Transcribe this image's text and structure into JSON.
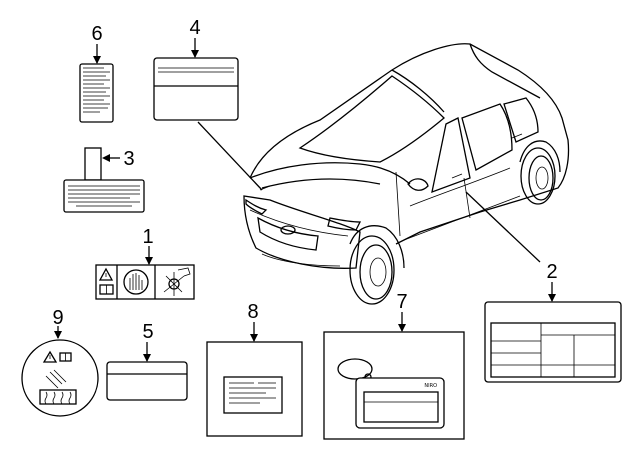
{
  "callouts": [
    {
      "id": "c1",
      "label": "1"
    },
    {
      "id": "c2",
      "label": "2"
    },
    {
      "id": "c3",
      "label": "3"
    },
    {
      "id": "c4",
      "label": "4"
    },
    {
      "id": "c5",
      "label": "5"
    },
    {
      "id": "c6",
      "label": "6"
    },
    {
      "id": "c7",
      "label": "7"
    },
    {
      "id": "c8",
      "label": "8"
    },
    {
      "id": "c9",
      "label": "9"
    }
  ],
  "label_text": {
    "label_7_brand": "NIRO"
  },
  "icons": [
    "warning-triangle-icon",
    "manual-book-icon",
    "hand-stop-icon",
    "fan-hand-icon",
    "heater-icon"
  ],
  "colors": {
    "ink": "#000000",
    "background": "#ffffff",
    "shade": "#bdbdbd"
  }
}
